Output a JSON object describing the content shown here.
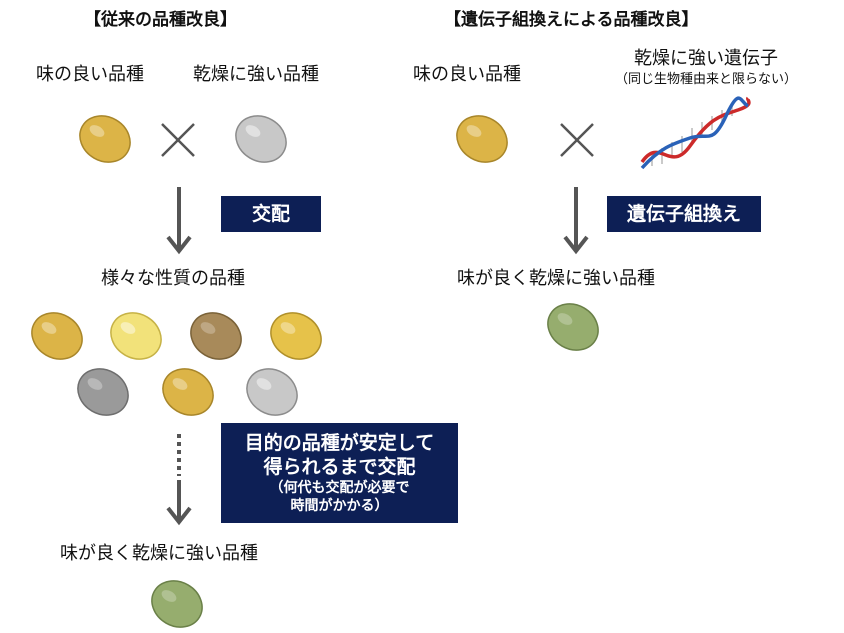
{
  "left": {
    "heading": "【従来の品種改良】",
    "parent_a": "味の良い品種",
    "parent_b": "乾燥に強い品種",
    "process": "交配",
    "middle_label": "様々な性質の品種",
    "note_line1": "目的の品種が安定して",
    "note_line2": "得られるまで交配",
    "note_sub1": "（何代も交配が必要で",
    "note_sub2": "時間がかかる）",
    "result": "味が良く乾燥に強い品種"
  },
  "right": {
    "heading": "【遺伝子組換えによる品種改良】",
    "parent_a": "味の良い品種",
    "gene_label": "乾燥に強い遺伝子",
    "gene_sub": "（同じ生物種由来と限らない）",
    "process": "遺伝子組換え",
    "result": "味が良く乾燥に強い品種"
  },
  "colors": {
    "box": "#0d1f55",
    "bean_gold": "#dcb447",
    "bean_yellow": "#f2e27a",
    "bean_brown": "#a88a5a",
    "bean_gray": "#9a9a9a",
    "bean_light_gray": "#c8c8c8",
    "bean_green": "#96ad6e",
    "dna_red": "#cc2a2a",
    "dna_blue": "#2a62b8"
  },
  "icons": [
    "cross-icon",
    "down-arrow-icon",
    "dna-icon",
    "bean-icon"
  ]
}
